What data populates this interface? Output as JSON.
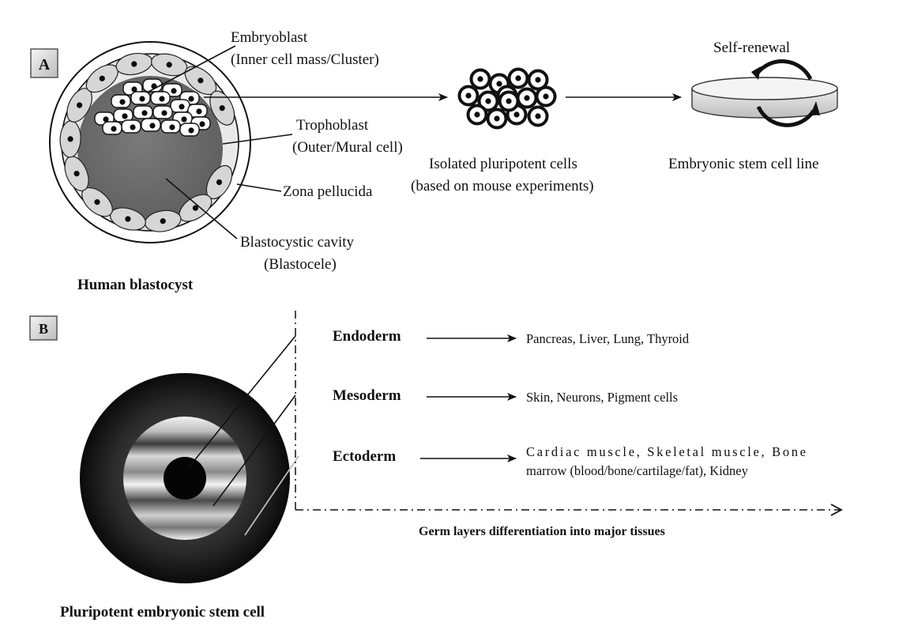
{
  "panel_a": {
    "badge": "A",
    "embryoblast": "Embryoblast",
    "embryoblast_sub": "(Inner cell mass/Cluster)",
    "trophoblast": "Trophoblast",
    "trophoblast_sub": "(Outer/Mural cell)",
    "zona": "Zona pellucida",
    "cavity": "Blastocystic cavity",
    "cavity_sub": "(Blastocele)",
    "caption": "Human blastocyst",
    "isolated": "Isolated pluripotent cells",
    "isolated_sub": "(based on mouse experiments)",
    "self_renewal": "Self-renewal",
    "stem_line": "Embryonic stem cell line"
  },
  "panel_b": {
    "badge": "B",
    "layers": [
      {
        "name": "Endoderm",
        "tissues": [
          "Pancreas, Liver, Lung, Thyroid"
        ]
      },
      {
        "name": "Mesoderm",
        "tissues": [
          "Skin, Neurons, Pigment cells"
        ]
      },
      {
        "name": "Ectoderm",
        "tissues": [
          "Cardiac muscle, Skeletal muscle, Bone",
          "marrow (blood/bone/cartilage/fat), Kidney"
        ]
      }
    ],
    "axis_caption": "Germ layers differentiation into major tissues",
    "caption": "Pluripotent embryonic stem cell"
  },
  "colors": {
    "ink": "#111111",
    "cavity": "#6e6e6e",
    "trophoblast_cell": "#d6d6d6",
    "outer_ring": "#1c1c1c",
    "badge_fill": "#dcdcdc"
  }
}
